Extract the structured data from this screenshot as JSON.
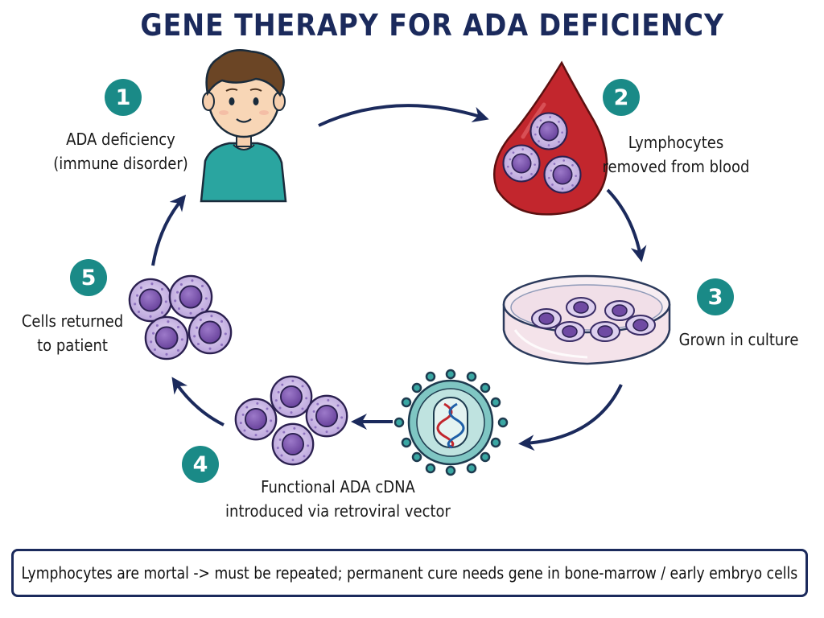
{
  "title": "GENE THERAPY FOR ADA DEFICIENCY",
  "steps": [
    {
      "number": "1",
      "line1": "ADA deficiency",
      "line2": "(immune disorder)"
    },
    {
      "number": "2",
      "line1": "Lymphocytes",
      "line2": "removed from blood"
    },
    {
      "number": "3",
      "line1": "Grown in culture",
      "line2": ""
    },
    {
      "number": "4",
      "line1": "Functional ADA cDNA",
      "line2": "introduced via retroviral vector"
    },
    {
      "number": "5",
      "line1": "Cells returned",
      "line2": "to patient"
    }
  ],
  "note": "Lymphocytes are mortal -> must be repeated; permanent cure needs gene in bone-marrow / early embryo cells",
  "colors": {
    "title": "#1b2a5c",
    "badge": "#1a8a87",
    "arrow": "#1b2a5c",
    "blood": "#c2262d",
    "cell_outer": "#c9b6e4",
    "cell_nucleus": "#7d53b0",
    "shirt": "#2aa5a0",
    "virus": "#3aa7a3"
  },
  "icons": [
    "child-icon",
    "blood-drop-icon",
    "petri-dish-icon",
    "retrovirus-icon",
    "lymphocyte-cluster-icon"
  ]
}
